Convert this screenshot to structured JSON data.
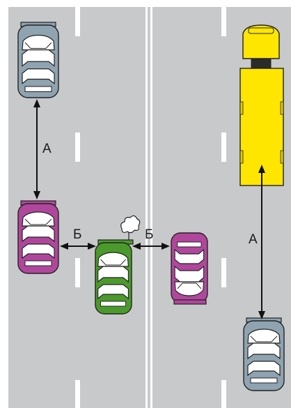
{
  "labels": {
    "distance_following_left": "А",
    "distance_following_right": "А",
    "distance_side_left": "Б",
    "distance_side_right": "Б"
  },
  "colors": {
    "road": "#c8c9cb",
    "lane_marking": "#ffffff",
    "arrow": "#111111",
    "car_gray": "#8fa3b0",
    "car_magenta": "#b0479c",
    "car_green": "#4b9a2c",
    "bus_yellow": "#ffe600"
  },
  "icons": {
    "steam": "steam-cloud-icon"
  }
}
